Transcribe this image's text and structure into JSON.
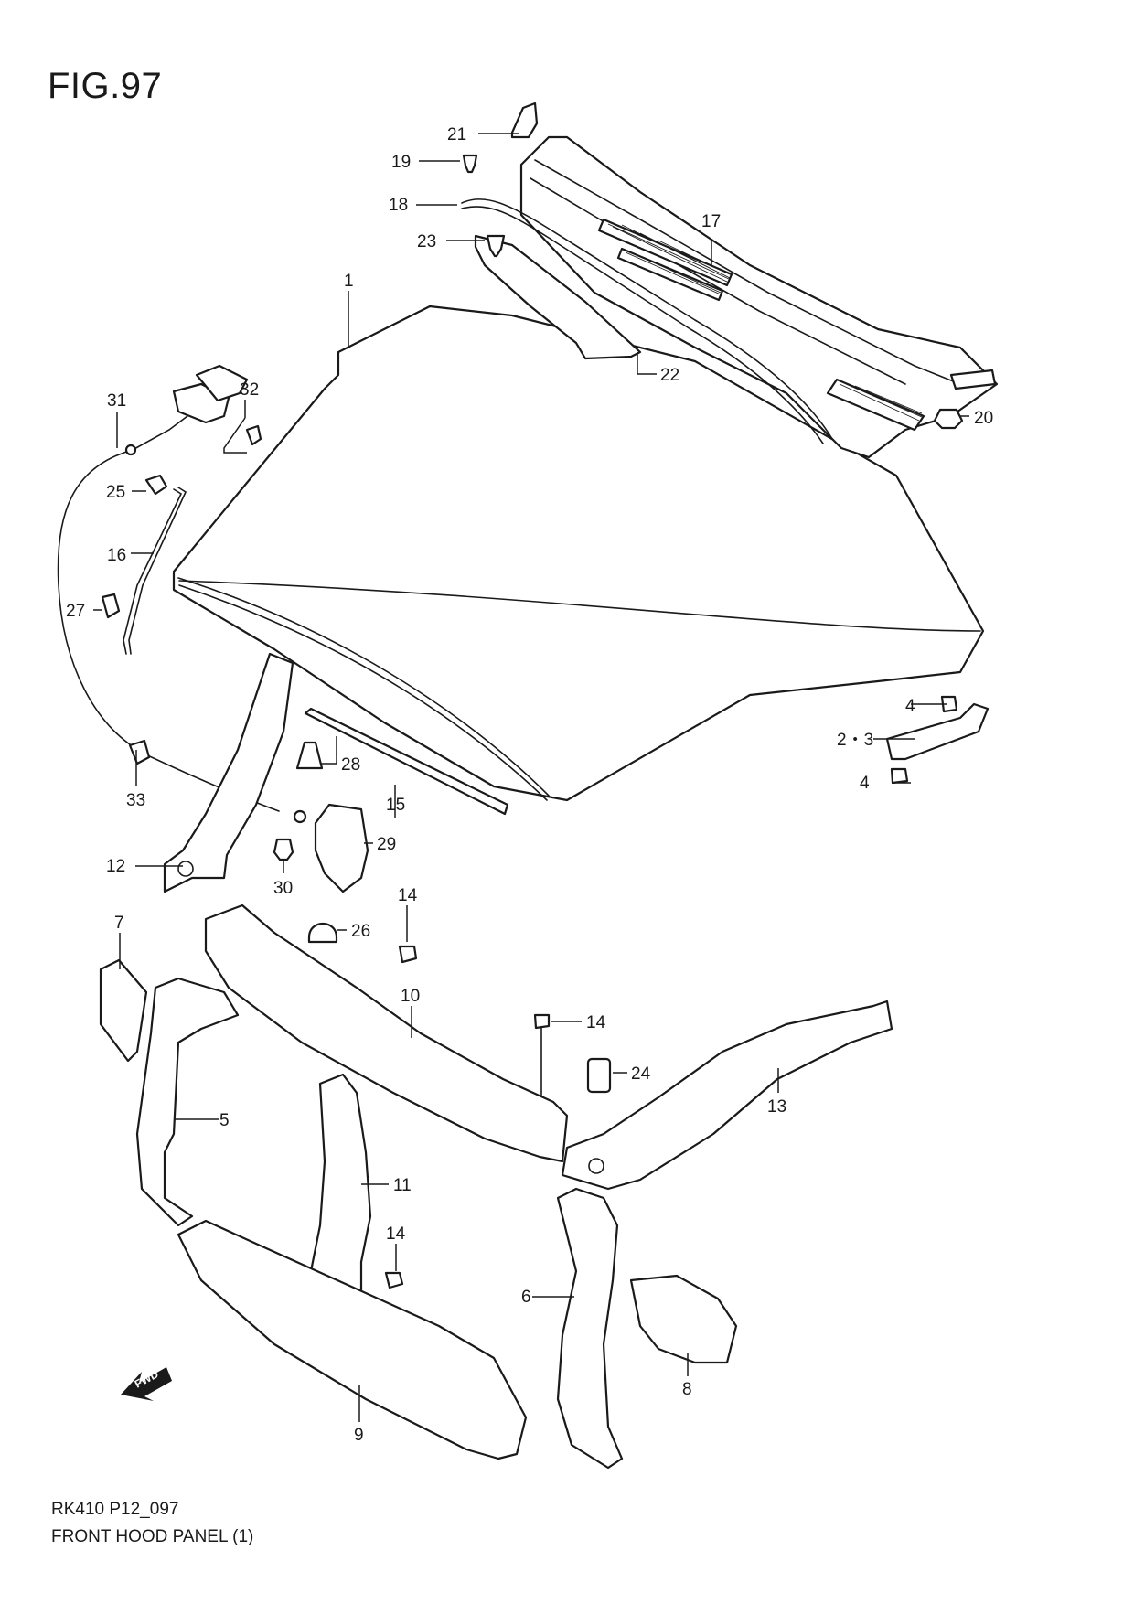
{
  "figure": {
    "title": "FIG.97",
    "code": "RK410 P12_097",
    "name": "FRONT HOOD PANEL (1)",
    "fwd_label": "FWD"
  },
  "callouts": [
    "1",
    "2・3",
    "4",
    "4",
    "5",
    "6",
    "7",
    "8",
    "9",
    "10",
    "11",
    "12",
    "13",
    "14",
    "14",
    "14",
    "15",
    "16",
    "17",
    "18",
    "19",
    "20",
    "21",
    "22",
    "23",
    "24",
    "25",
    "26",
    "27",
    "28",
    "29",
    "30",
    "31",
    "32",
    "33"
  ]
}
